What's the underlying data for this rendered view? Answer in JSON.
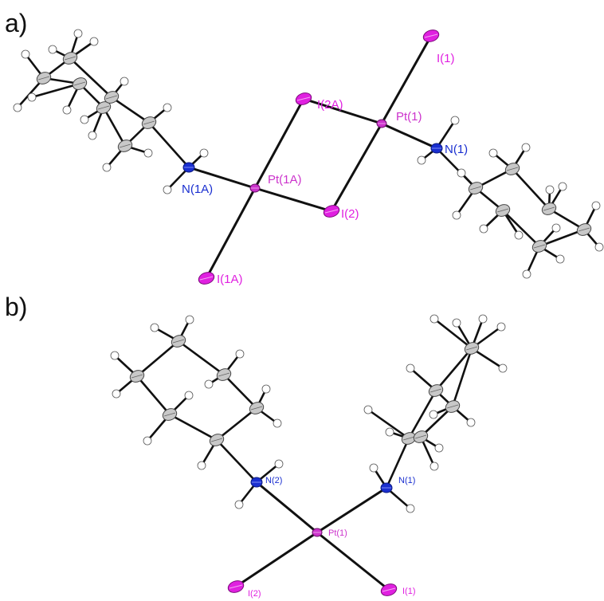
{
  "colors": {
    "platinum": "#cc33cc",
    "iodine": "#e020e0",
    "nitrogen": "#1a2fd0",
    "carbon": "#c8c8c8",
    "hydrogen": "#ffffff",
    "bond": "#111111"
  },
  "panel_a": {
    "label": "a)",
    "atom_labels": {
      "i1": "I(1)",
      "i2a": "I(2A)",
      "pt1": "Pt(1)",
      "n1": "N(1)",
      "n1a": "N(1A)",
      "pt1a": "Pt(1A)",
      "i2": "I(2)",
      "i1a": "I(1A)"
    }
  },
  "panel_b": {
    "label": "b)",
    "atom_labels": {
      "n2": "N(2)",
      "n1": "N(1)",
      "pt1": "Pt(1)",
      "i2": "I(2)",
      "i1": "I(1)"
    }
  }
}
